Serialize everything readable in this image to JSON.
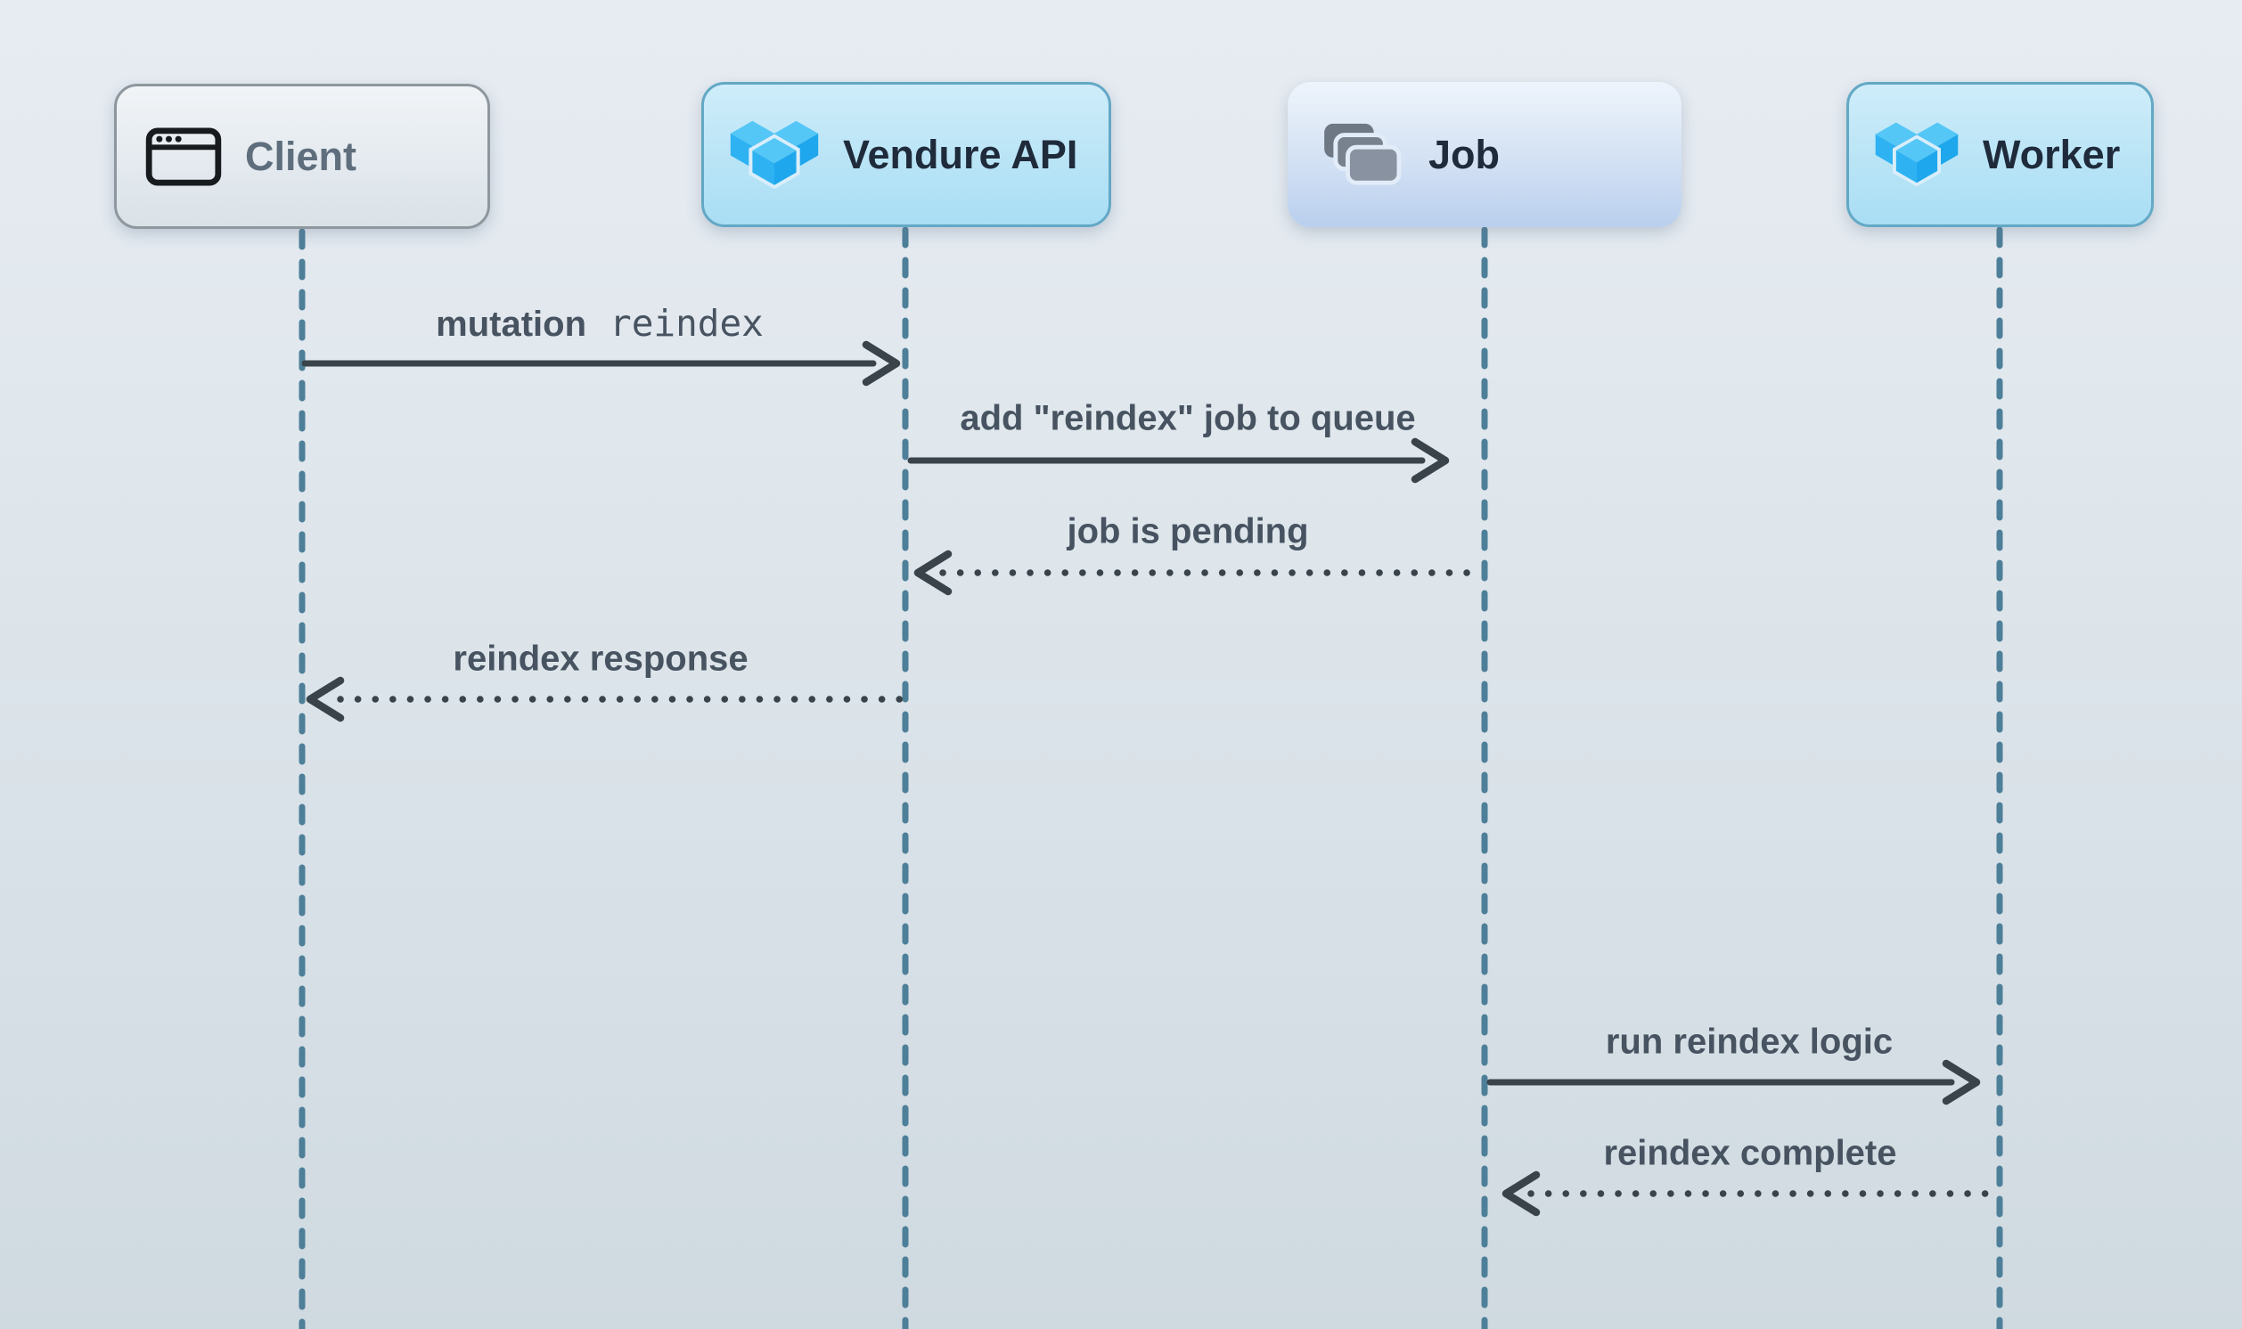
{
  "diagram": {
    "kind": "sequence-diagram",
    "actors": [
      {
        "name": "Client",
        "icon": "browser-window-icon"
      },
      {
        "name": "Vendure API",
        "icon": "vendure-cubes-icon"
      },
      {
        "name": "Job",
        "icon": "stacked-cards-icon"
      },
      {
        "name": "Worker",
        "icon": "vendure-cubes-icon"
      }
    ],
    "messages": [
      {
        "text": "mutation",
        "code": "reindex",
        "from": "Client",
        "to": "Vendure API",
        "line": "solid"
      },
      {
        "text": "add \"reindex\" job to queue",
        "from": "Vendure API",
        "to": "Job",
        "line": "solid"
      },
      {
        "text": "job is pending",
        "from": "Job",
        "to": "Vendure API",
        "line": "dotted"
      },
      {
        "text": "reindex response",
        "from": "Vendure API",
        "to": "Client",
        "line": "dotted"
      },
      {
        "text": "run reindex logic",
        "from": "Job",
        "to": "Worker",
        "line": "solid"
      },
      {
        "text": "reindex complete",
        "from": "Worker",
        "to": "Job",
        "line": "dotted"
      }
    ],
    "colors": {
      "background_top": "#e7ecf2",
      "background_bottom": "#cfdae0",
      "lifeline": "#4e7f99",
      "arrow": "#3a424a",
      "message_text": "#475360",
      "actor_title_dark": "#1f2b3b",
      "actor_title_gray": "#5f6e7d",
      "vendure_blue": "#2fb3f2",
      "blue_box_border": "#63a8c5",
      "gray_box_border": "#8e979e",
      "card_icon_gray": "#78828e"
    }
  }
}
